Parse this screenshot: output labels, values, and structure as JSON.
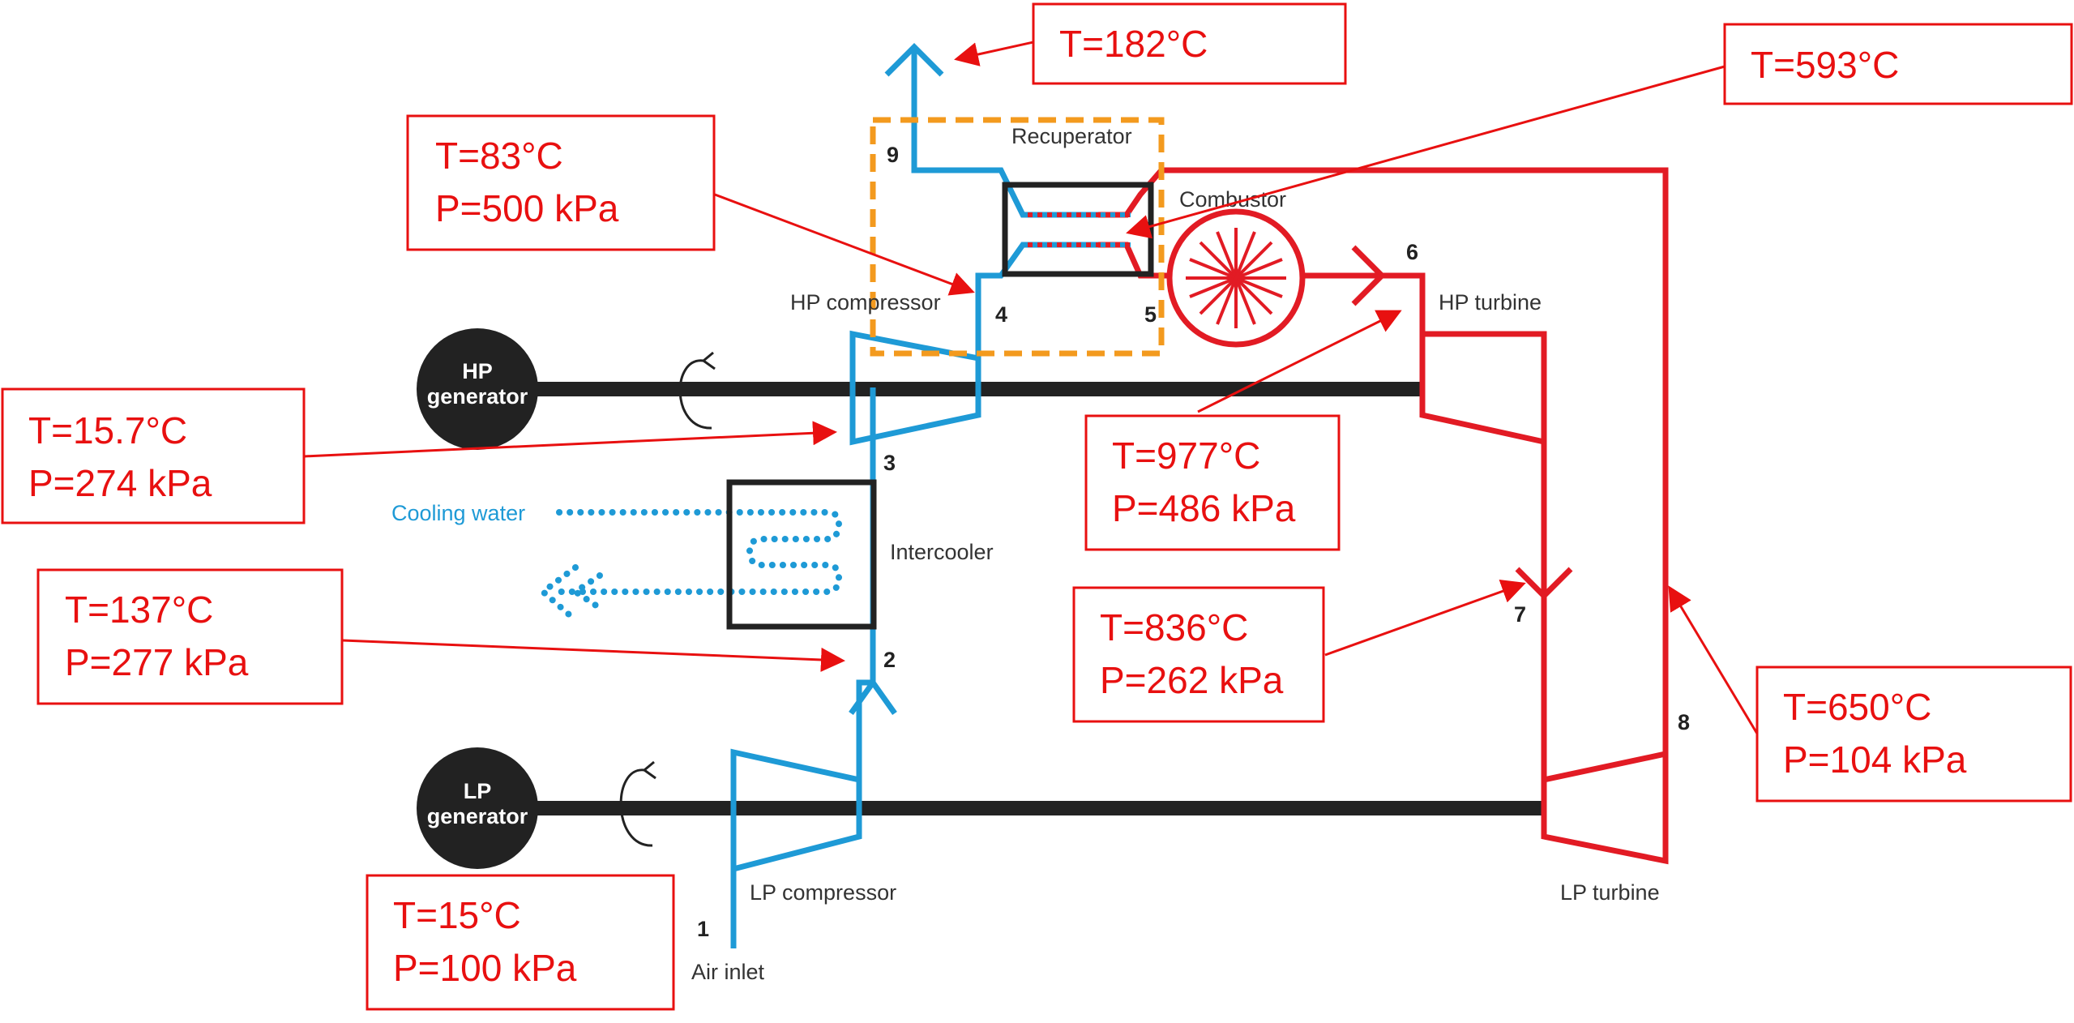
{
  "colors": {
    "cold_stream": "#1e9ad6",
    "hot_stream": "#e21b24",
    "shaft": "#222222",
    "recuperator_box": "#f39a1e",
    "callout": "#e81010"
  },
  "components": {
    "recuperator": "Recuperator",
    "combustor": "Combustor",
    "hp_compressor": "HP compressor",
    "hp_turbine": "HP turbine",
    "intercooler": "Intercooler",
    "lp_compressor": "LP compressor",
    "lp_turbine": "LP turbine",
    "air_inlet": "Air inlet",
    "cooling_water": "Cooling water",
    "hp_generator": [
      "HP",
      "generator"
    ],
    "lp_generator": [
      "LP",
      "generator"
    ]
  },
  "state_points": [
    "1",
    "2",
    "3",
    "4",
    "5",
    "6",
    "7",
    "8",
    "9"
  ],
  "callouts": {
    "exhaust": {
      "t": "T=182°C"
    },
    "combustor": {
      "t": "T=593°C"
    },
    "state4": {
      "t": "T=83°C",
      "p": "P=500 kPa"
    },
    "state3": {
      "t": "T=15.7°C",
      "p": "P=274 kPa"
    },
    "state6": {
      "t": "T=977°C",
      "p": "P=486 kPa"
    },
    "state2": {
      "t": "T=137°C",
      "p": "P=277 kPa"
    },
    "state7": {
      "t": "T=836°C",
      "p": "P=262 kPa"
    },
    "state8": {
      "t": "T=650°C",
      "p": "P=104 kPa"
    },
    "state1": {
      "t": "T=15°C",
      "p": "P=100 kPa"
    }
  }
}
